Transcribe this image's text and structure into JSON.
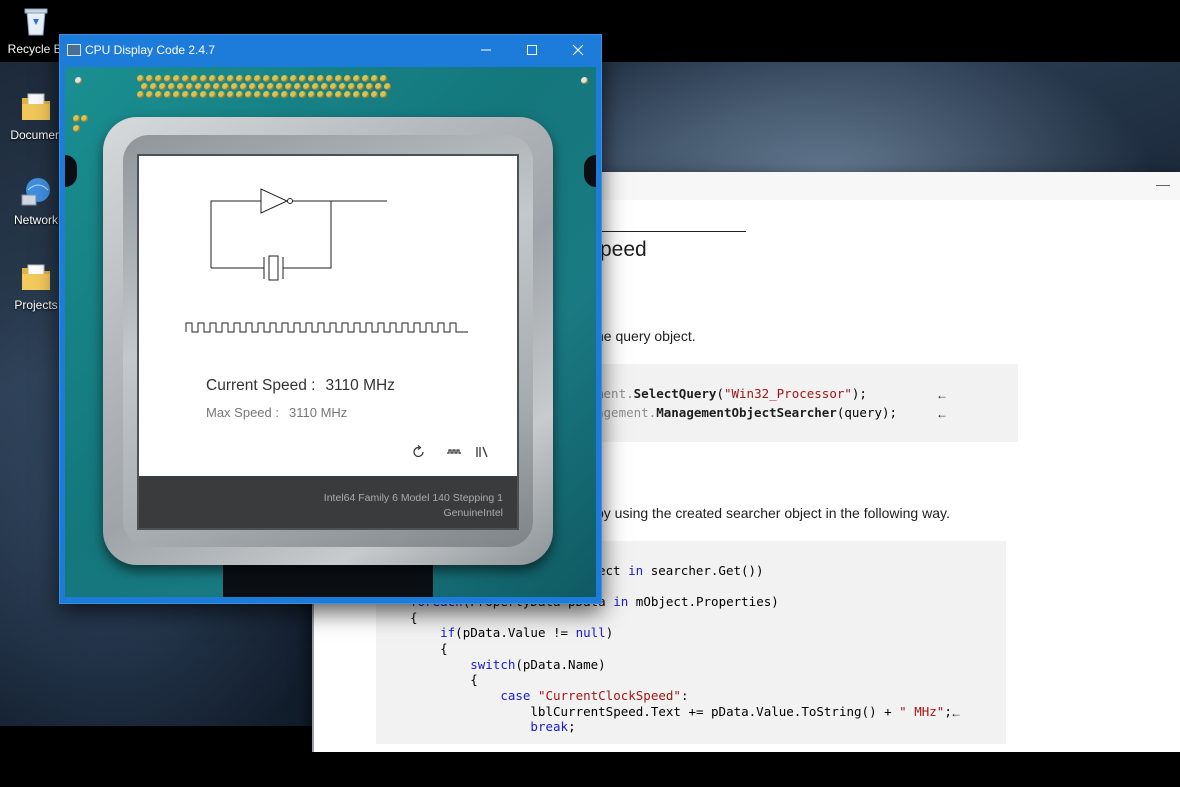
{
  "desktop": {
    "icons": [
      {
        "label": "Recycle Bi"
      },
      {
        "label": "Documen"
      },
      {
        "label": "Network"
      },
      {
        "label": "Projects"
      }
    ]
  },
  "cpu_window": {
    "title": "CPU Display Code 2.4.7",
    "current_speed_label": "Current Speed :",
    "current_speed_value": "3110 MHz",
    "max_speed_label": "Max Speed :",
    "max_speed_value": "3110 MHz",
    "processor_id": "Intel64 Family 6 Model 140 Stepping 1",
    "vendor": "GenuineIntel",
    "controls": [
      {
        "icon": "refresh-icon"
      },
      {
        "icon": "pulse-icon"
      },
      {
        "icon": "library-icon"
      }
    ]
  },
  "doc_window": {
    "heading_fragment": "peed",
    "para1": "he query object.",
    "code1": [
      "ment.SelectQuery(\"Win32_Processor\");",
      "agement.ManagementObjectSearcher(query);"
    ],
    "para2": "by using the created searcher object in the following way.",
    "code2_line1": "ect in searcher.Get())",
    "code2_line2": "foreach(PropertyData pData in mObject.Properties)",
    "code2_rest": [
      "{",
      "    if(pData.Value != null)",
      "    {",
      "        switch(pData.Name)",
      "        {",
      "            case \"CurrentClockSpeed\":",
      "                lblCurrentSpeed.Text += pData.Value.ToString() + \" MHz\";",
      "                break;"
    ],
    "arrow_glyph": "←"
  }
}
